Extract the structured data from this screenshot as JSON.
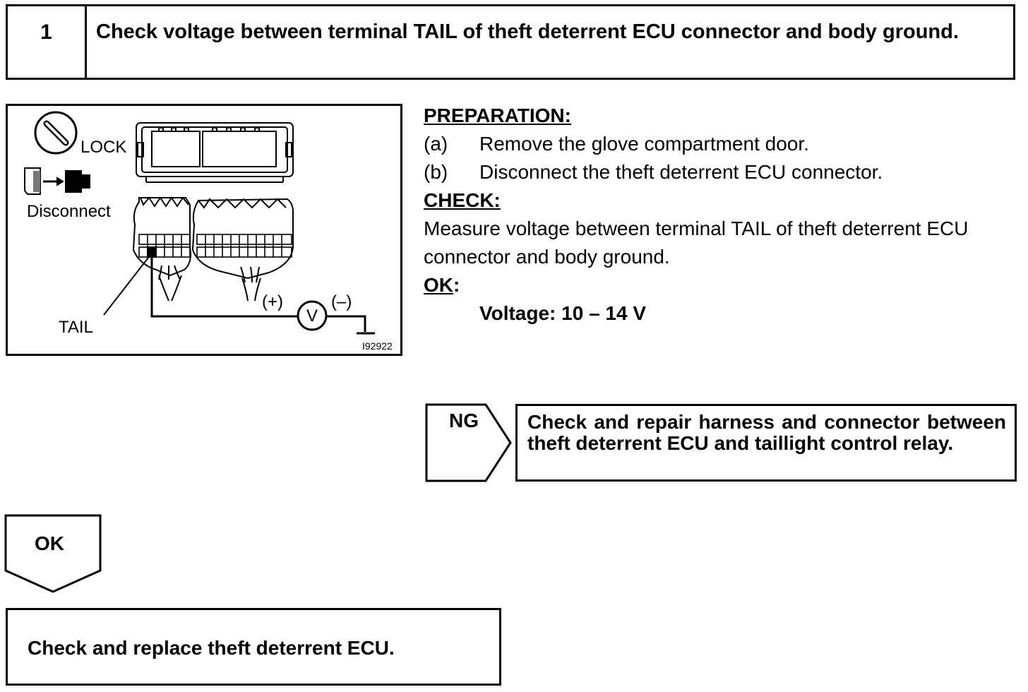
{
  "step": {
    "number": "1",
    "title": "Check voltage between terminal TAIL of theft deterrent ECU connector and body ground."
  },
  "figure": {
    "lock_label": "LOCK",
    "disconnect_label": "Disconnect",
    "tail_label": "TAIL",
    "plus_label": "(+)",
    "minus_label": "(–)",
    "meter_label": "V",
    "figure_code": "I92922"
  },
  "procedure": {
    "preparation_heading": "PREPARATION:",
    "preparation_steps": [
      {
        "marker": "(a)",
        "text": "Remove the glove compartment door."
      },
      {
        "marker": "(b)",
        "text": "Disconnect the theft deterrent ECU connector."
      }
    ],
    "check_heading": "CHECK:",
    "check_text_line1": "Measure voltage between terminal TAIL of theft deterrent ECU",
    "check_text_line2": "connector and body ground.",
    "ok_heading": "OK",
    "ok_colon": ":",
    "ok_spec": "Voltage: 10 – 14 V"
  },
  "flow": {
    "ng_label": "NG",
    "ng_result": "Check and repair harness and connector between theft deterrent ECU and taillight control relay.",
    "ok_label": "OK",
    "ok_result": "Check and replace theft deterrent ECU."
  }
}
